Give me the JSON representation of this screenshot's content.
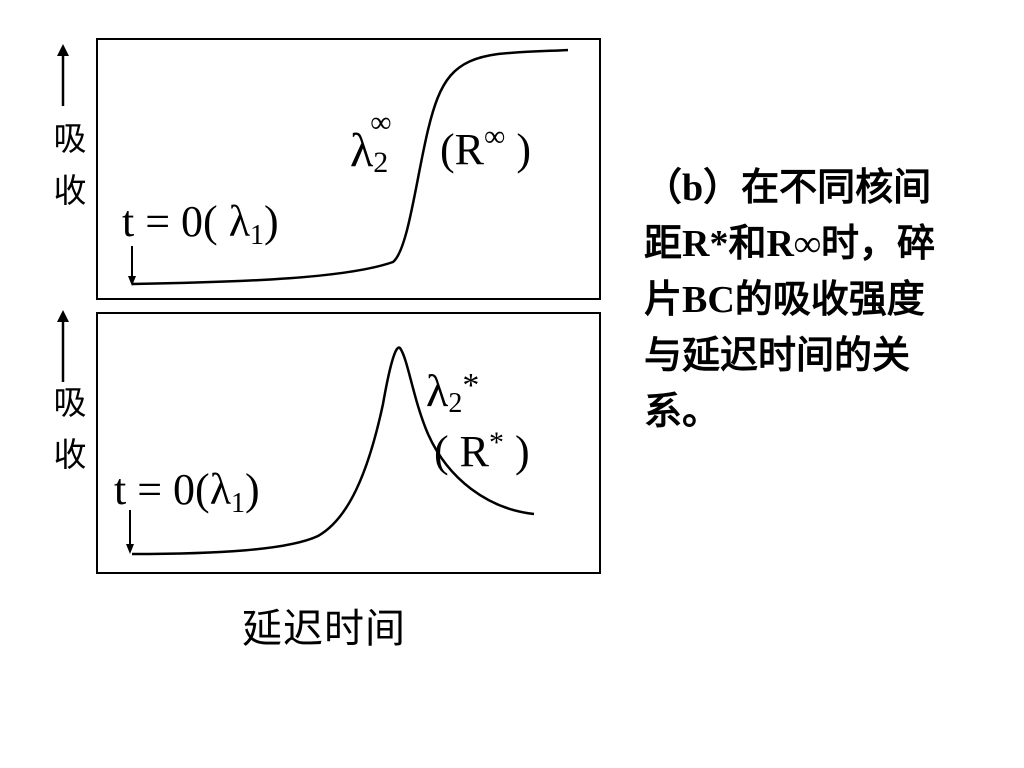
{
  "top_panel": {
    "y_label": "吸收",
    "y_label_chars": [
      "吸",
      "收"
    ],
    "start_label": {
      "main": "t = 0( λ",
      "sub": "1",
      "close": ")"
    },
    "peak_label": {
      "symbol": "λ",
      "sub": "2",
      "sup": "∞"
    },
    "curve_label": {
      "open": "(R",
      "sup": "∞",
      "close": " )"
    }
  },
  "bottom_panel": {
    "y_label": "吸收",
    "y_label_chars": [
      "吸",
      "收"
    ],
    "start_label": {
      "main": "t = 0(λ",
      "sub": "1",
      "close": ")"
    },
    "peak_label": {
      "symbol": "λ",
      "sub": "2",
      "sup": "*"
    },
    "curve_label": {
      "open": "( R",
      "sup": "*",
      "close": " )"
    }
  },
  "x_label": "延迟时间",
  "caption": {
    "lines": [
      "（b）在不同核间",
      "距R*和R∞时，碎",
      "片BC的吸收强度",
      "与延迟时间的关",
      "系。"
    ]
  }
}
